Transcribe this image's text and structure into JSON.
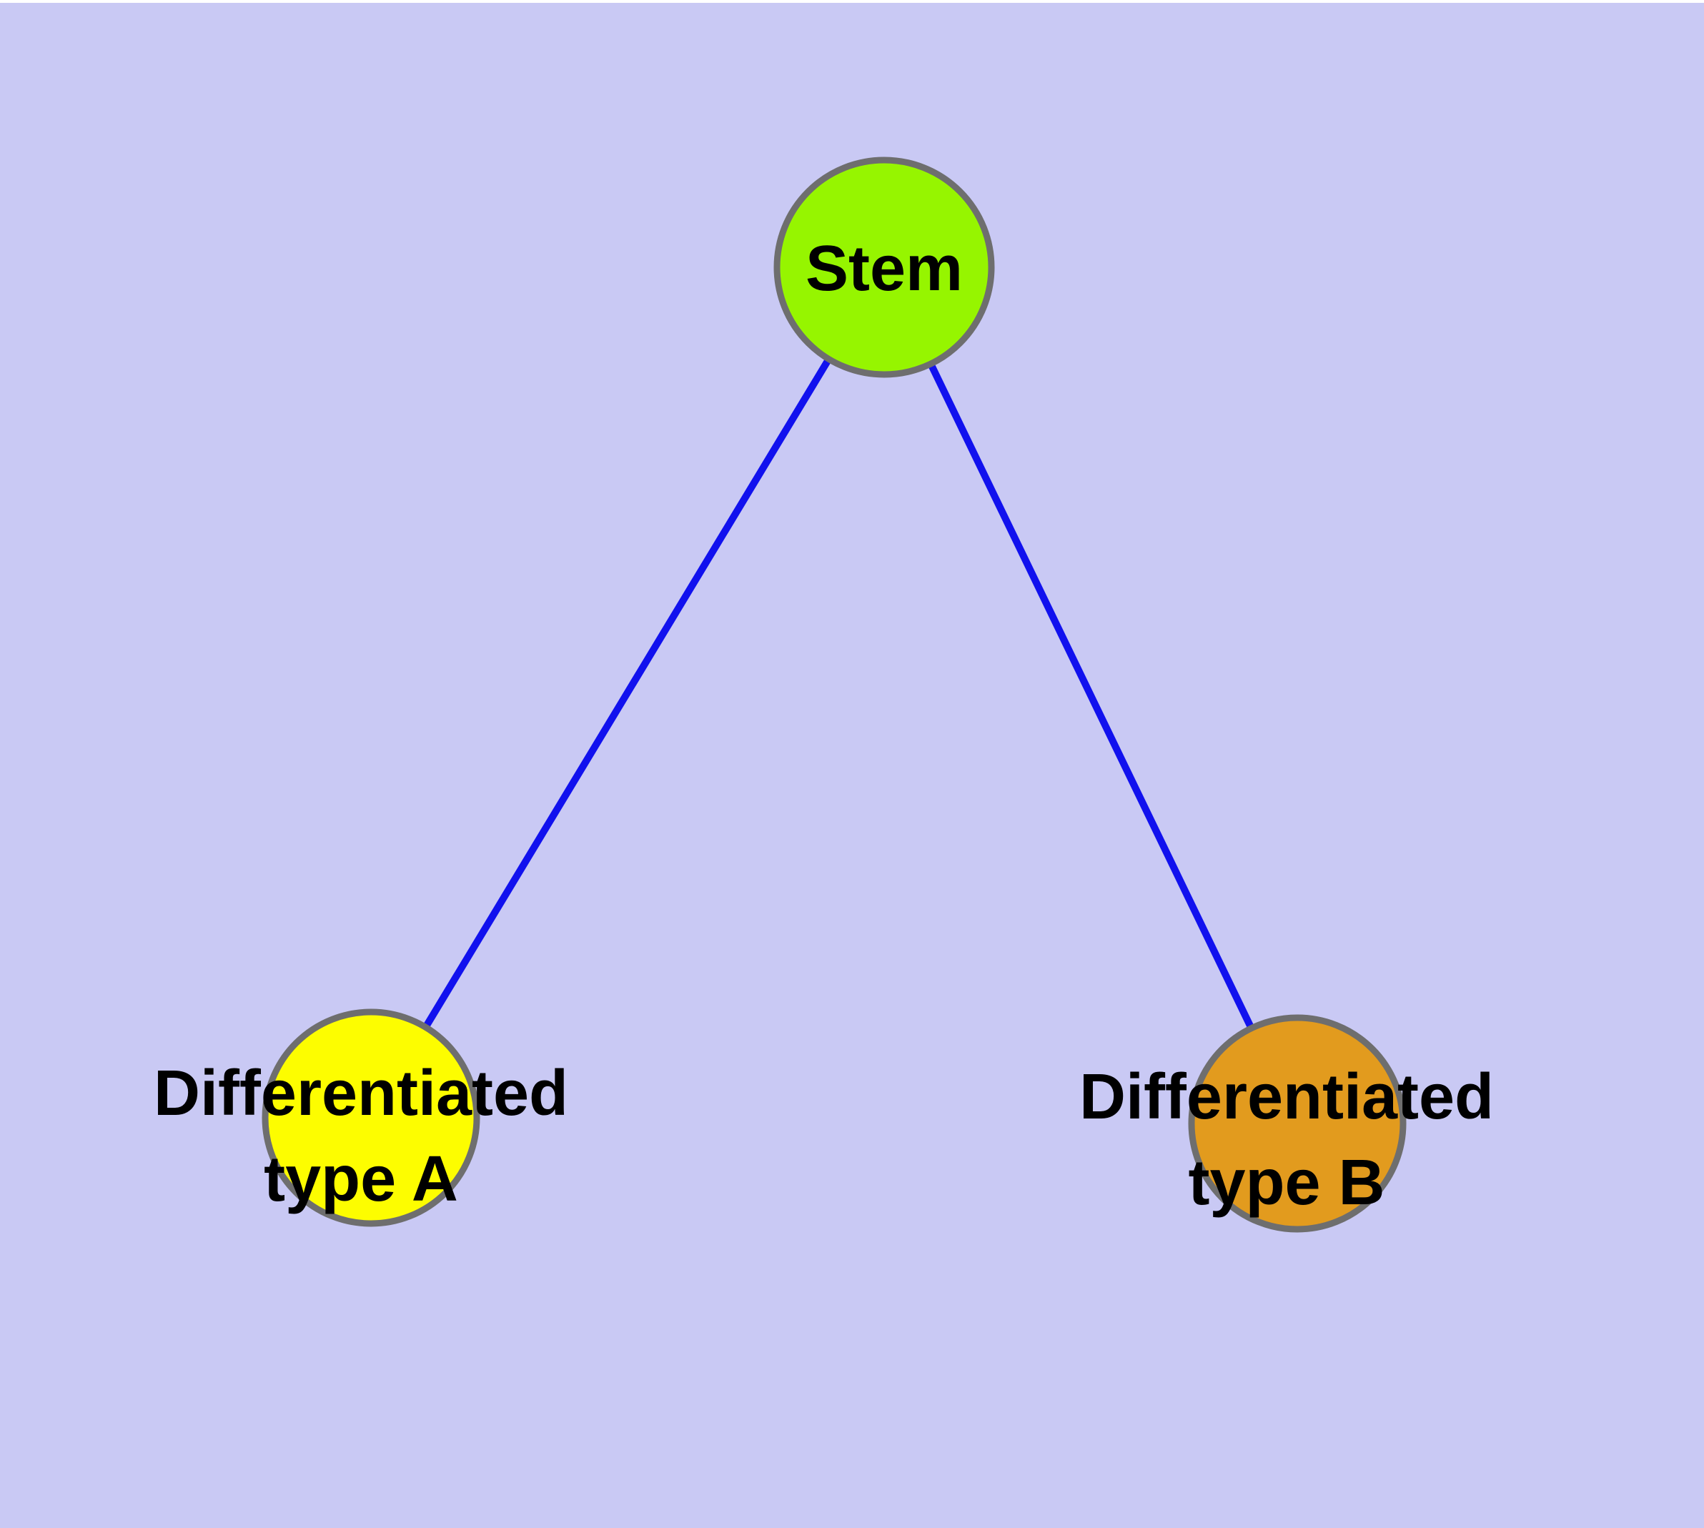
{
  "diagram": {
    "background_color": "#c9c9f4",
    "top_margin_color": "#ffffff",
    "edge_color": "#1111ee",
    "node_border_color": "#6e6e6e",
    "label_color": "#000000",
    "nodes": [
      {
        "id": "stem",
        "label": "Stem",
        "fill": "#96f500"
      },
      {
        "id": "differentiated-type-a",
        "label_line1": "Differentiated",
        "label_line2": "type A",
        "fill": "#fdfd00"
      },
      {
        "id": "differentiated-type-b",
        "label_line1": "Differentiated",
        "label_line2": "type B",
        "fill": "#e29b1e"
      }
    ],
    "edges": [
      {
        "from": "Stem",
        "to": "Differentiated type A"
      },
      {
        "from": "Stem",
        "to": "Differentiated type B"
      }
    ]
  }
}
